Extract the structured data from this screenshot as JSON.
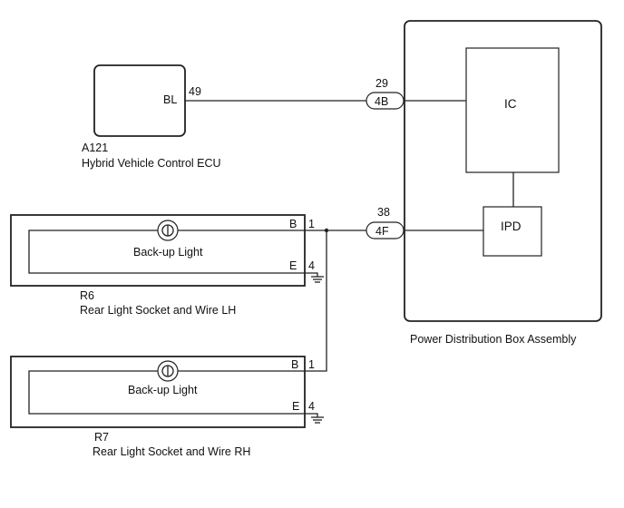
{
  "components": {
    "ecu": {
      "pin": "BL",
      "pin_no": "49",
      "code": "A121",
      "name": "Hybrid Vehicle Control ECU"
    },
    "pdb": {
      "name": "Power Distribution Box Assembly",
      "ic": "IC",
      "ipd": "IPD"
    },
    "lh": {
      "code": "R6",
      "name": "Rear Light Socket and Wire LH",
      "lamp": "Back-up Light",
      "pin_b": "B",
      "pin_b_no": "1",
      "pin_e": "E",
      "pin_e_no": "4"
    },
    "rh": {
      "code": "R7",
      "name": "Rear Light Socket and Wire RH",
      "lamp": "Back-up Light",
      "pin_b": "B",
      "pin_b_no": "1",
      "pin_e": "E",
      "pin_e_no": "4"
    }
  },
  "connectors": {
    "c4b": {
      "pin_no": "29",
      "label": "4B"
    },
    "c4f": {
      "pin_no": "38",
      "label": "4F"
    }
  }
}
